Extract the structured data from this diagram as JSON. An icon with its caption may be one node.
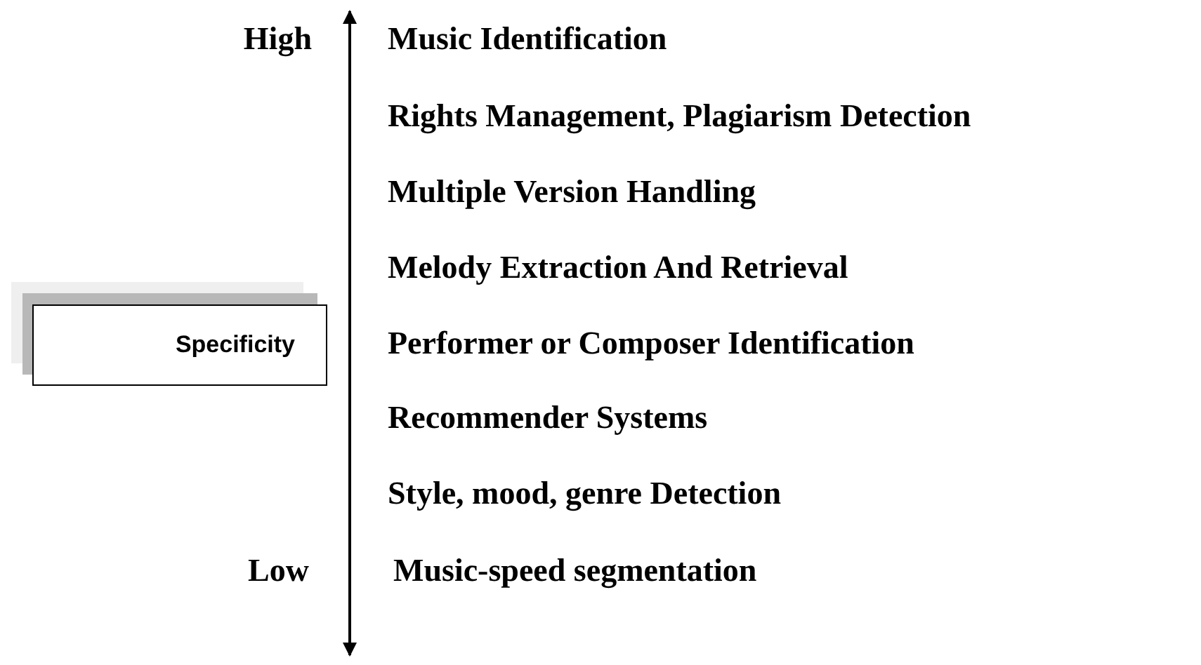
{
  "diagram": {
    "nodes": [
      {
        "text": [
          "Specificity"
        ]
      }
    ],
    "labels": [
      "High",
      "Music Identification",
      "Rights Management, Plagiarism Detection",
      "Multiple Version Handling",
      "Melody Extraction And Retrieval",
      "Performer or Composer Identification",
      "Recommender Systems",
      "Style, mood, genre Detection",
      "Low",
      "Music-speed segmentation"
    ]
  }
}
